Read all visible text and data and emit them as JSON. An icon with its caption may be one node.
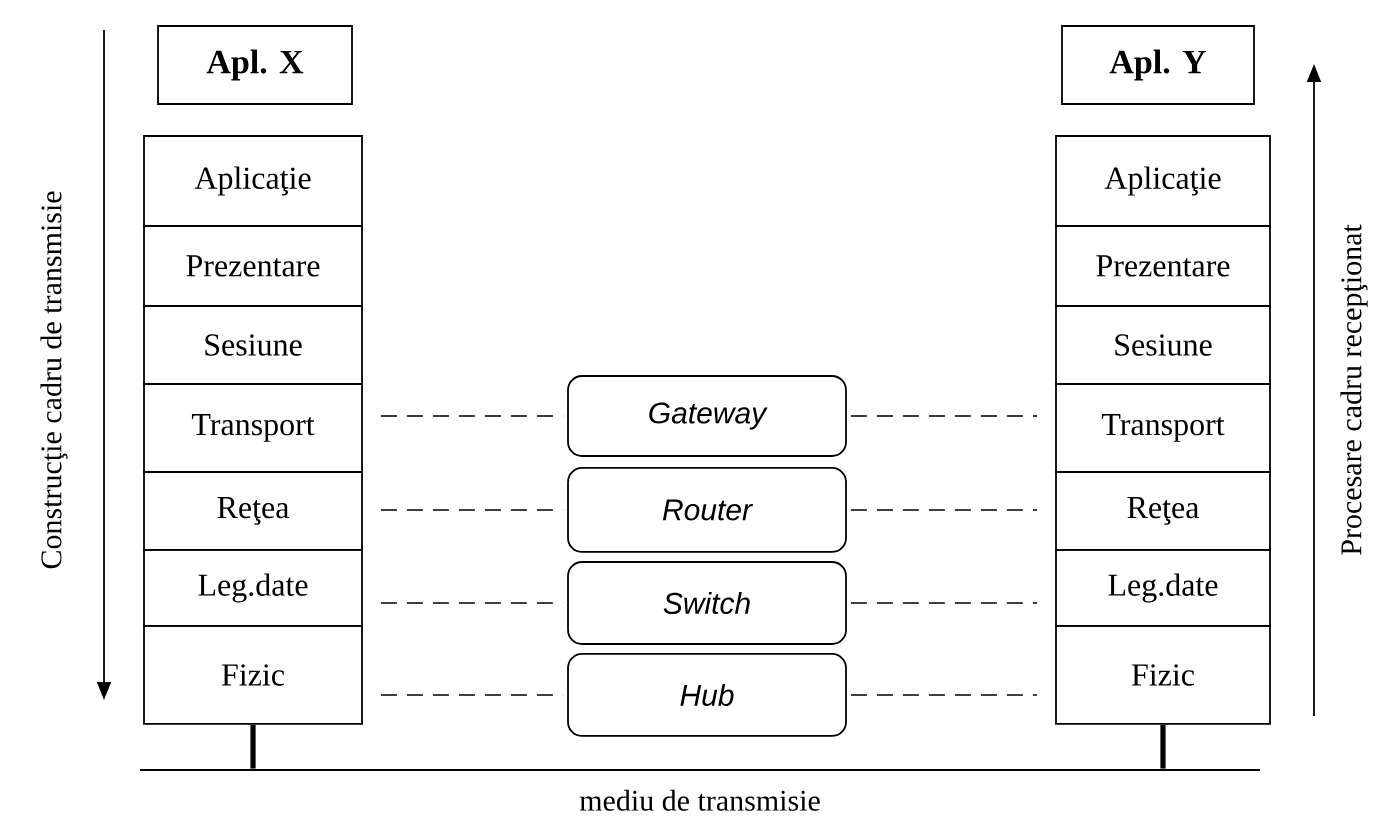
{
  "diagram": {
    "nodes": [
      {
        "text": [
          "Apl. X"
        ]
      },
      {
        "text": [
          "Aplicaţie"
        ]
      },
      {
        "text": [
          "Prezentare"
        ]
      },
      {
        "text": [
          "Sesiune"
        ]
      },
      {
        "text": [
          "Transport"
        ]
      },
      {
        "text": [
          "Reţea"
        ]
      },
      {
        "text": [
          "Leg.date"
        ]
      },
      {
        "text": [
          "Fizic"
        ]
      },
      {
        "text": [
          "Apl. Y"
        ]
      },
      {
        "text": [
          "Aplicaţie"
        ]
      },
      {
        "text": [
          "Prezentare"
        ]
      },
      {
        "text": [
          "Sesiune"
        ]
      },
      {
        "text": [
          "Transport"
        ]
      },
      {
        "text": [
          "Reţea"
        ]
      },
      {
        "text": [
          "Leg.date"
        ]
      },
      {
        "text": [
          "Fizic"
        ]
      },
      {
        "text": [
          "Gateway"
        ]
      },
      {
        "text": [
          "Router"
        ]
      },
      {
        "text": [
          "Switch"
        ]
      },
      {
        "text": [
          "Hub"
        ]
      },
      {
        "text": [],
        "shape": "bar",
        "beside": [
          "mediu de transmisie"
        ]
      }
    ],
    "edges": [
      {
        "from": 4,
        "to": 16,
        "arrow": "none",
        "style": "dashed"
      },
      {
        "from": 16,
        "to": 12,
        "arrow": "none",
        "style": "dashed"
      },
      {
        "from": 5,
        "to": 17,
        "arrow": "none",
        "style": "dashed"
      },
      {
        "from": 17,
        "to": 13,
        "arrow": "none",
        "style": "dashed"
      },
      {
        "from": 6,
        "to": 18,
        "arrow": "none",
        "style": "dashed"
      },
      {
        "from": 18,
        "to": 14,
        "arrow": "none",
        "style": "dashed"
      },
      {
        "from": 7,
        "to": 19,
        "arrow": "none",
        "style": "dashed"
      },
      {
        "from": 19,
        "to": 15,
        "arrow": "none",
        "style": "dashed"
      },
      {
        "from": 7,
        "to": 20,
        "arrow": "none",
        "style": "thick"
      },
      {
        "from": 15,
        "to": 20,
        "arrow": "none",
        "style": "thick"
      }
    ],
    "labels": [
      "Construcţie cadru de transmisie",
      "Procesare cadru recepţionat"
    ]
  }
}
